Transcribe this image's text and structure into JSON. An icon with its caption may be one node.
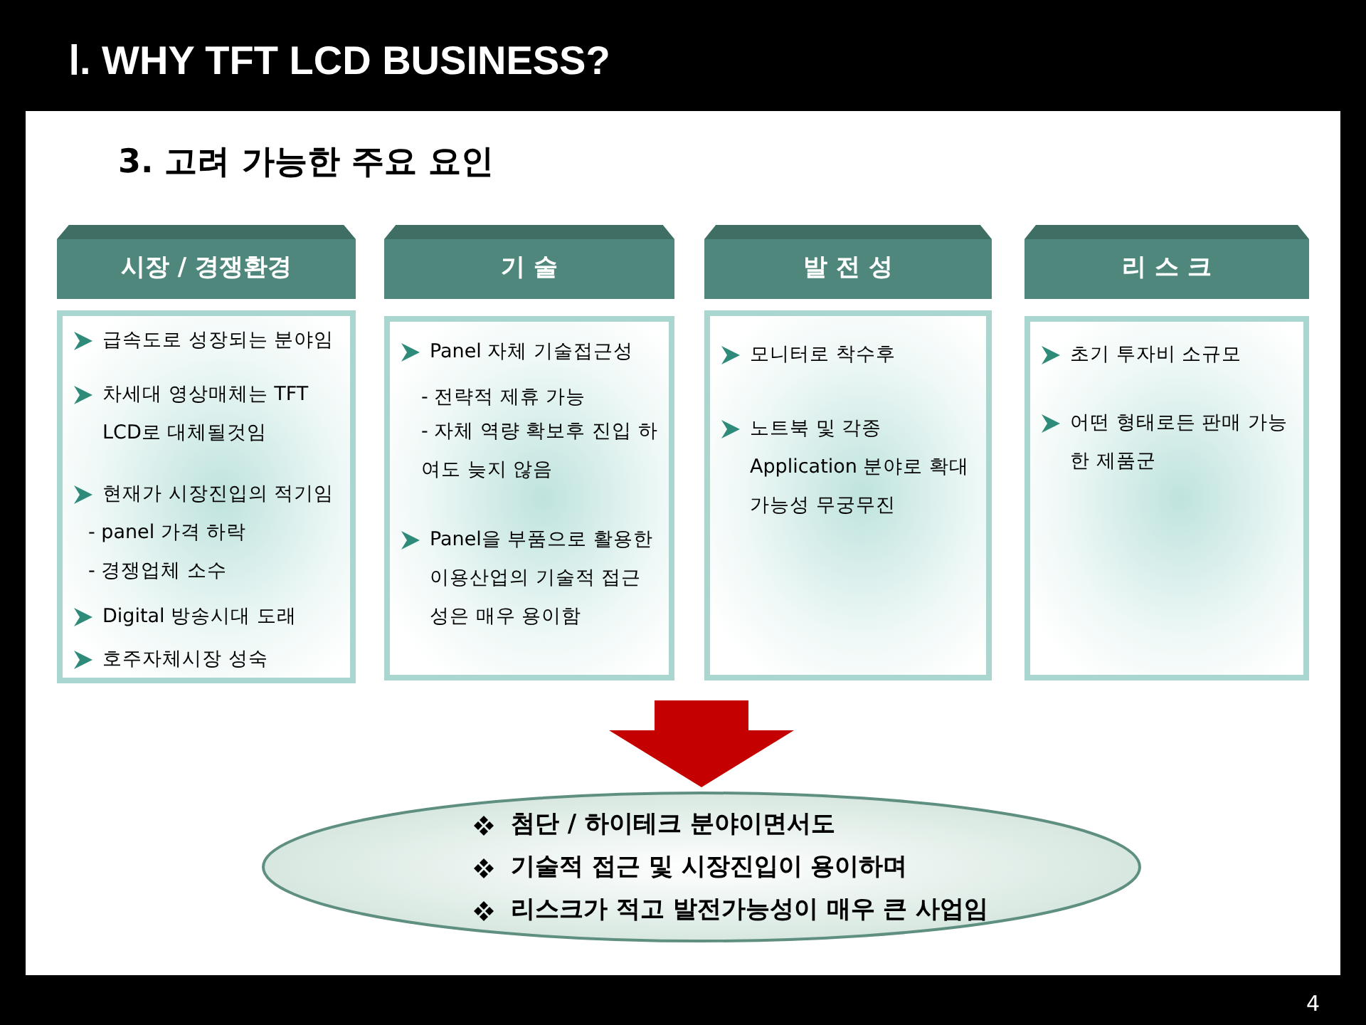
{
  "diagram": {
    "title": "Ⅰ. WHY TFT LCD BUSINESS?",
    "nodes": [
      {
        "text": [
          "시장 / 경쟁환경"
        ]
      },
      {
        "text": [
          "기 술"
        ]
      },
      {
        "text": [
          "발 전 성"
        ]
      },
      {
        "text": [
          "리 스 크"
        ]
      },
      {
        "text": [
          "급속도로 성장되는 분야임",
          "차세대 영상매체는 TFT LCD로 대체될것임",
          "현재가 시장진입의 적기임",
          "- panel 가격 하락",
          "- 경쟁업체 소수",
          "Digital 방송시대 도래",
          "호주자체시장 성숙"
        ]
      },
      {
        "text": [
          "Panel 자체 기술접근성",
          "- 전략적 제휴 가능",
          "- 자체 역량 확보후 진입 하여도 늦지 않음",
          "Panel을 부품으로 활용한 이용산업의 기술적 접근성은 매우 용이함"
        ]
      },
      {
        "text": [
          "모니터로 착수후",
          "노트북 및 각종 Application 분야로 확대가능성 무궁무진"
        ]
      },
      {
        "text": [
          "초기 투자비 소규모",
          "어떤 형태로든 판매 가능한 제품군"
        ]
      },
      {
        "text": [
          "첨단 / 하이테크 분야이면서도",
          "기술적 접근 및 시장진입이 용이하며",
          "리스크가 적고 발전가능성이 매우 큰 사업임"
        ]
      }
    ],
    "edges": [
      {
        "from": null,
        "to": 8,
        "arrow": "to"
      }
    ],
    "labels": [
      "3. 고려 가능한 주요 요인",
      "4"
    ]
  }
}
